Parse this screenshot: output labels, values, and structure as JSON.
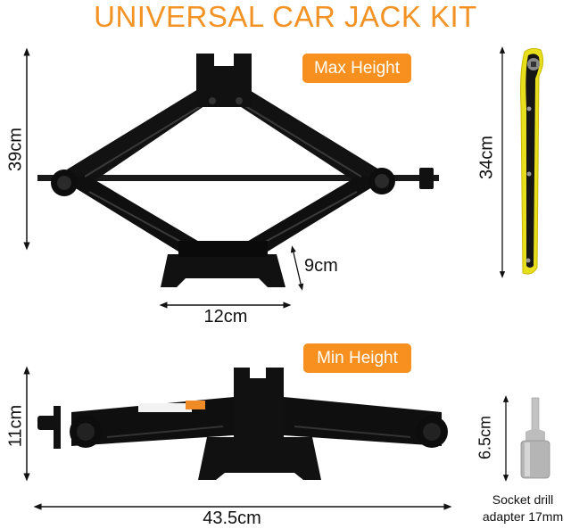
{
  "header": {
    "title": "UNIVERSAL CAR JACK KIT"
  },
  "colors": {
    "accent": "#f7901e",
    "title": "#f39325",
    "jack": "#111111",
    "wrench_yellow": "#e8df1c",
    "socket": "#b9b9b9"
  },
  "max_height_panel": {
    "badge": "Max Height",
    "height_label": "39cm",
    "base_width_label": "12cm",
    "base_height_label": "9cm"
  },
  "min_height_panel": {
    "badge": "Min Height",
    "height_label": "11cm",
    "length_label": "43.5cm"
  },
  "wrench": {
    "length_label": "34cm"
  },
  "socket": {
    "height_label": "6.5cm",
    "caption_line1": "Socket drill",
    "caption_line2": "adapter 17mm"
  }
}
